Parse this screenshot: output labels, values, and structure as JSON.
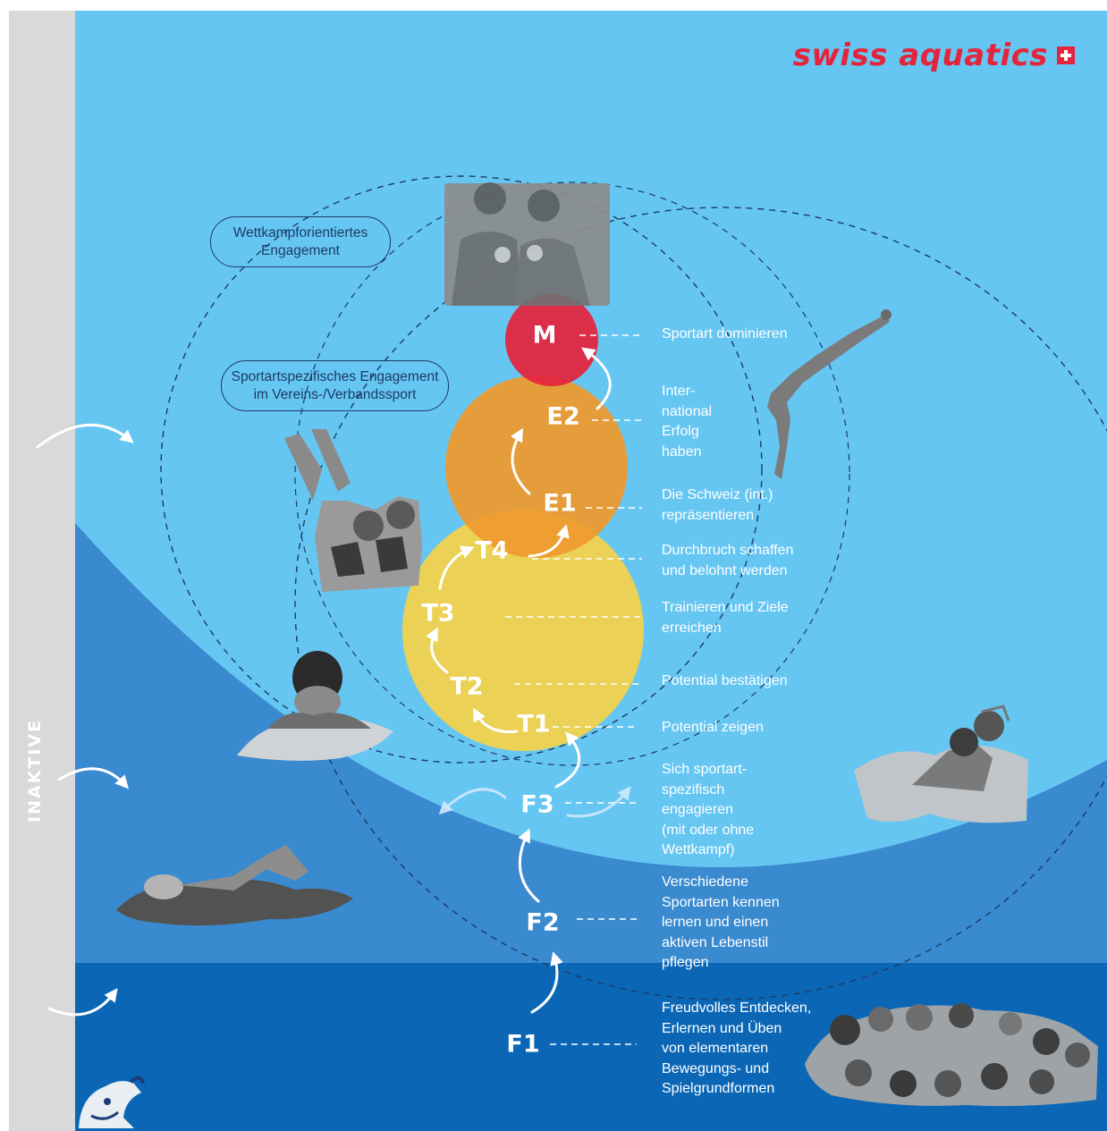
{
  "brand": {
    "name": "swiss aquatics",
    "color": "#e4243c",
    "flag_icon": "swiss-flag-icon"
  },
  "side_label": "INAKTIVE",
  "bubbles": {
    "competitive": "Wettkampforientiertes\nEngagement",
    "club": "Sportartspezifisches Engagement\nim Vereins-/Verbandssport"
  },
  "stages": [
    {
      "code": "M",
      "label": "Sportart dominieren"
    },
    {
      "code": "E2",
      "label": "Inter-\nnational\nErfolg\nhaben"
    },
    {
      "code": "E1",
      "label": "Die Schweiz (int.)\nrepräsentieren"
    },
    {
      "code": "T4",
      "label": "Durchbruch schaffen\nund belohnt werden"
    },
    {
      "code": "T3",
      "label": "Trainieren und Ziele\nerreichen"
    },
    {
      "code": "T2",
      "label": "Potential bestätigen"
    },
    {
      "code": "T1",
      "label": "Potential zeigen"
    },
    {
      "code": "F3",
      "label": "Sich sportart-\nspezifisch\nengagieren\n(mit oder ohne\nWettkampf)"
    },
    {
      "code": "F2",
      "label": "Verschiedene\nSportarten kennen\nlernen und einen\naktiven Lebenstil\npflegen"
    },
    {
      "code": "F1",
      "label": "Freudvolles Entdecken,\nErlernen und Üben\nvon elementaren\nBewegungs- und\nSpielgrundformen"
    }
  ],
  "colors": {
    "sky": "#66c6f2",
    "mid_blue": "#3a8ad0",
    "deep_blue": "#0b67b6",
    "side_bar": "#d9d9d9",
    "m_circle": "#e4243c",
    "e_circle": "#ef9a2e",
    "t_circle": "#f5d24a",
    "outline": "#1c3b66"
  },
  "images": [
    "medalists-photo",
    "diver-photo",
    "synchronized-swimmers-photo",
    "breaststroke-swimmer-photo",
    "water-polo-player-photo",
    "open-water-swimmer-photo",
    "kids-group-photo",
    "mascot-image"
  ]
}
